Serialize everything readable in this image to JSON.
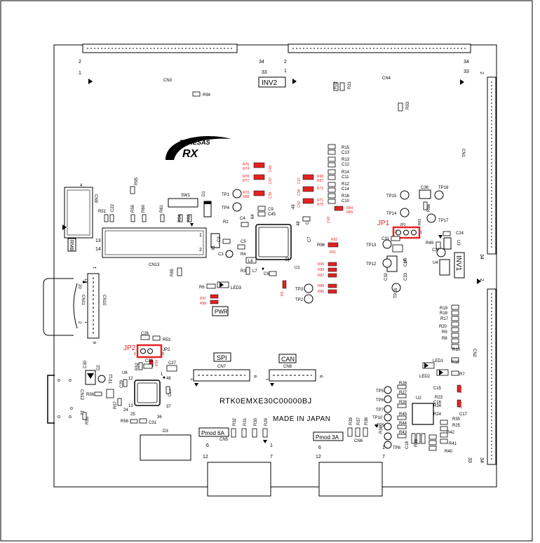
{
  "board": {
    "model": "RTK0EMXE30C00000BJ",
    "origin": "MADE IN JAPAN",
    "brand_top": "RENESAS",
    "brand_bottom": "RX"
  },
  "connectors": {
    "cn1": "CN1",
    "cn2": "CN2",
    "cn3": "CN3",
    "cn4": "CN4",
    "cn5": "CN5",
    "cn6": "CN6",
    "cn7": "CN7",
    "cn8": "CN8",
    "cn9": "CN9",
    "cn10": "CN10",
    "cn11": "CN11",
    "cn12": "CN12",
    "cn13": "CN13"
  },
  "boxed_labels": {
    "inv2": "INV2",
    "inv1": "INV1",
    "pwr": "PWR",
    "spi": "SPI",
    "can": "CAN",
    "pmod6a": "Pmod 6A",
    "pmod3a": "Pmod 3A",
    "rmb": "RMB"
  },
  "highlights": {
    "jp1": "JP1",
    "jp2": "JP2",
    "jp1_pad": "JP1",
    "jp2_pad": "JP2",
    "color": "#e52222"
  },
  "pin_numbers": {
    "cn3_a": "2",
    "cn3_b": "1",
    "cn3_c": "34",
    "cn3_d": "33",
    "cn4_a": "2",
    "cn4_b": "1",
    "cn4_c": "34",
    "cn4_d": "33",
    "cn1_a": "2",
    "cn1_b": "34",
    "cn2_a": "2",
    "cn2_b": "33",
    "cn2_c": "34",
    "cn5_a": "6",
    "cn5_b": "1",
    "cn5_c": "12",
    "cn5_d": "7",
    "cn6_a": "6",
    "cn6_b": "1",
    "cn6_c": "12",
    "cn6_d": "7",
    "cn7_a": "1",
    "cn7_b": "6",
    "cn8_a": "1",
    "cn8_b": "6",
    "cn9_a": "4",
    "cn9_b": "13",
    "cn9_c": "14",
    "cn10_a": "1",
    "cn10_b": "6",
    "cn11_a": "20",
    "cn11_b": "19",
    "cn11_c": "2",
    "cn11_d": "1",
    "cn12_a": "12",
    "jp1_a": "3",
    "jp1_b": "1",
    "jp2_a": "1",
    "jp2_b": "3",
    "u1_a": "32",
    "u1_b": "49",
    "u1_c": "64",
    "u1_d": "48",
    "u1_e": "16",
    "u1_f": "1",
    "u6_a": "12",
    "u6_b": "13",
    "u6_c": "24",
    "u6_d": "25",
    "u6_e": "36",
    "u6_f": "37",
    "u6_g": "48",
    "u6_h": "1"
  },
  "components": {
    "cn9_r": "R51",
    "c_22": "C22",
    "r_50": "R50",
    "r_59": "R59",
    "r_60": "R60",
    "r_61": "R61",
    "r_64": "R64",
    "r_62": "R62",
    "sw1": "SW1",
    "d1": "D1",
    "r_95": "R95",
    "r_94": "R94",
    "tp1": "TP1",
    "tp4": "TP4",
    "r_2": "R2",
    "r_1": "R1",
    "c_2": "C2",
    "x1": "X1",
    "c_5": "C5",
    "c_3": "C3",
    "r_4": "R4",
    "l_6": "L6",
    "r_3": "R3",
    "l_7": "L7",
    "c_6": "C6",
    "u1": "U1",
    "c_4": "C4",
    "c_9": "C9",
    "c_45": "C45",
    "c_8": "C8",
    "c_7": "C7",
    "r_85": "R85",
    "r_6": "R6",
    "led3": "LED3",
    "r_96": "R96",
    "r_15": "R15",
    "c_13": "C13",
    "r_13": "R13",
    "c_12": "C12",
    "r_14": "R14",
    "c_11": "C11",
    "r_12": "R12",
    "c_14": "C14",
    "r_16": "R16",
    "c_10": "C10",
    "r_22": "R22",
    "r_21": "R21",
    "r_93": "R93",
    "tp15": "TP15",
    "c_36": "C36",
    "tp18": "TP18",
    "tp14": "TP14",
    "r_66": "R66",
    "tp17": "TP17",
    "r_63": "R63",
    "c_24": "C24",
    "u3": "U3",
    "r_49": "R49",
    "c_23": "C23",
    "u4": "U4",
    "c_31": "C31",
    "tp13": "TP13",
    "tp12": "TP12",
    "u7": "U7",
    "c_32": "C32",
    "c_33": "C33",
    "tp16": "TP16",
    "c_34": "C34",
    "tp3": "TP3",
    "tp2": "TP2",
    "r_19": "R19",
    "r_18": "R18",
    "r_17": "R17",
    "r_20": "R20",
    "r_9": "R9",
    "r_8": "R8",
    "r_10": "R10",
    "led1": "LED1",
    "r_11": "R11",
    "led2": "LED2",
    "c_15": "C15",
    "r_7": "R7",
    "u2": "U2",
    "r_23": "R23",
    "c_16": "C16",
    "r_34": "R34",
    "c_17": "C17",
    "r_24": "R24",
    "r_35": "R35",
    "r_25": "R25",
    "r_42": "R42",
    "r_41": "R41",
    "r_40": "R40",
    "tp5": "TP5",
    "r_26": "R26",
    "tp6": "TP6",
    "r_27": "R27",
    "tp7": "TP7",
    "r_28": "R28",
    "tp10": "TP10",
    "r_45": "R45",
    "tp9": "TP9",
    "r_44": "R44",
    "r_43": "R43",
    "tp8": "TP8",
    "c_18": "C18",
    "r_46": "R46",
    "r_39": "R39",
    "r_37": "R37",
    "r_38": "R38",
    "r_36": "R36",
    "r_32": "R32",
    "r_31": "R31",
    "r_30": "R30",
    "r_29": "R29",
    "c_26": "C26",
    "r_53": "R53",
    "c_30": "C30",
    "d2": "D2",
    "r_52": "R52",
    "c_25": "C25",
    "c_27": "C27",
    "tp11": "TP11",
    "r_56": "R56",
    "c_29": "C29",
    "u6": "U6",
    "c_28": "C28",
    "r_57": "R57",
    "r_58": "R58",
    "c_31b": "C31",
    "r_55": "R55",
    "d3": "D3"
  },
  "red_parts": {
    "r_76": "R76",
    "r_74": "R74",
    "c_48": "C48",
    "r_78": "R78",
    "r_77": "R77",
    "c_47": "C47",
    "r_73": "R73",
    "r_69": "R69",
    "c_39": "C39",
    "c_37": "C37",
    "r_68": "R68",
    "r_67": "R67",
    "c_38": "C38",
    "r_72": "R72",
    "r_70": "R70",
    "c_42": "C42",
    "r_71": "R71",
    "r_75": "R75",
    "c_43": "C43",
    "r_84": "R84",
    "r_83": "R83",
    "r_82": "R82",
    "r_81": "R81",
    "r_92": "R92",
    "r_91": "R91",
    "r_90": "R90",
    "r_89": "R89",
    "r_87": "R87",
    "r_88": "R88",
    "r_86": "R86",
    "r_5": "R5",
    "r_97": "R97",
    "r_98": "R98",
    "r_99": "R99",
    "r_65": "R65",
    "r_54": "R54",
    "r_80": "R80",
    "r_79": "R79"
  }
}
